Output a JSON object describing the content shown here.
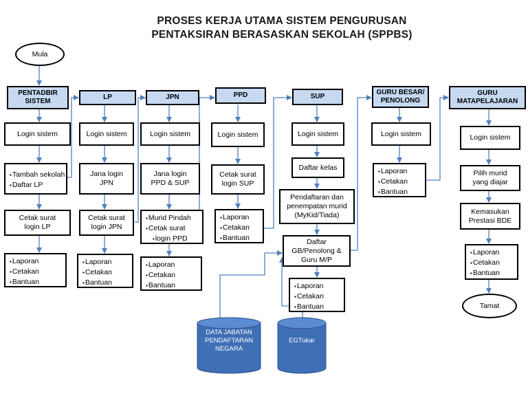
{
  "title": {
    "line1": "PROSES KERJA UTAMA SISTEM PENGURUSAN",
    "line2": "PENTAKSIRAN BERASASKAN SEKOLAH (SPPBS)"
  },
  "start": "Mula",
  "end": "Tamat",
  "headers": {
    "pentadbir": "PENTADBIR\nSISTEM",
    "lp": "LP",
    "jpn": "JPN",
    "ppd": "PPD",
    "sup": "SUP",
    "gurubesar": "GURU BESAR/\nPENOLONG",
    "guru": "GURU\nMATAPELAJARAN"
  },
  "pentadbir": {
    "login": "Login sistem",
    "tasks": [
      "Tambah sekolah",
      "Daftar LP"
    ],
    "cetak": "Cetak surat\nlogin LP",
    "laporan": [
      "Laporan",
      "Cetakan",
      "Bantuan"
    ]
  },
  "lp": {
    "login": "Login sistem",
    "jana": "Jana login\nJPN",
    "cetak": "Cetak surat\nlogin JPN",
    "laporan": [
      "Laporan",
      "Cetakan",
      "Bantuan"
    ]
  },
  "jpn": {
    "login": "Login sistem",
    "jana": "Jana login\nPPD & SUP",
    "tasks": [
      "Murid Pindah",
      "Cetak surat ",
      "login PPD"
    ],
    "laporan": [
      "Laporan",
      "Cetakan",
      "Bantuan"
    ]
  },
  "ppd": {
    "login": "Login sistem",
    "cetak": "Cetak surat\nlogin SUP",
    "laporan": [
      "Laporan",
      "Cetakan",
      "Bantuan"
    ]
  },
  "sup": {
    "login": "Login sistem",
    "daftar_kelas": "Daftar kelas",
    "pendaftaran": "Pendaftaran dan\npenempatan murid\n(MyKid/Tiada)",
    "daftar_gb": "Daftar\nGB/Penolong &\nGuru M/P",
    "laporan": [
      "Laporan",
      "Cetakan",
      "Bantuan"
    ]
  },
  "gurubesar": {
    "login": "Login sistem",
    "laporan": [
      "Laporan",
      "Cetakan",
      "Bantuan"
    ]
  },
  "guru": {
    "login": "Login sistem",
    "pilih": "Pilih murid\nyang diajar",
    "kemasukan": "Kemasukan\nPrestasi BDE",
    "laporan": [
      "Laporan",
      "Cetakan",
      "Bantuan"
    ]
  },
  "databases": {
    "jpn_db": "DATA JABATAN\nPENDAFTARAN\nNEGARA",
    "egtukar": "EGTukar"
  },
  "colors": {
    "header_fill": "#c6d9f1",
    "arrow": "#4f81bd",
    "cylinder": "#3f6fb5",
    "border": "#000000"
  }
}
